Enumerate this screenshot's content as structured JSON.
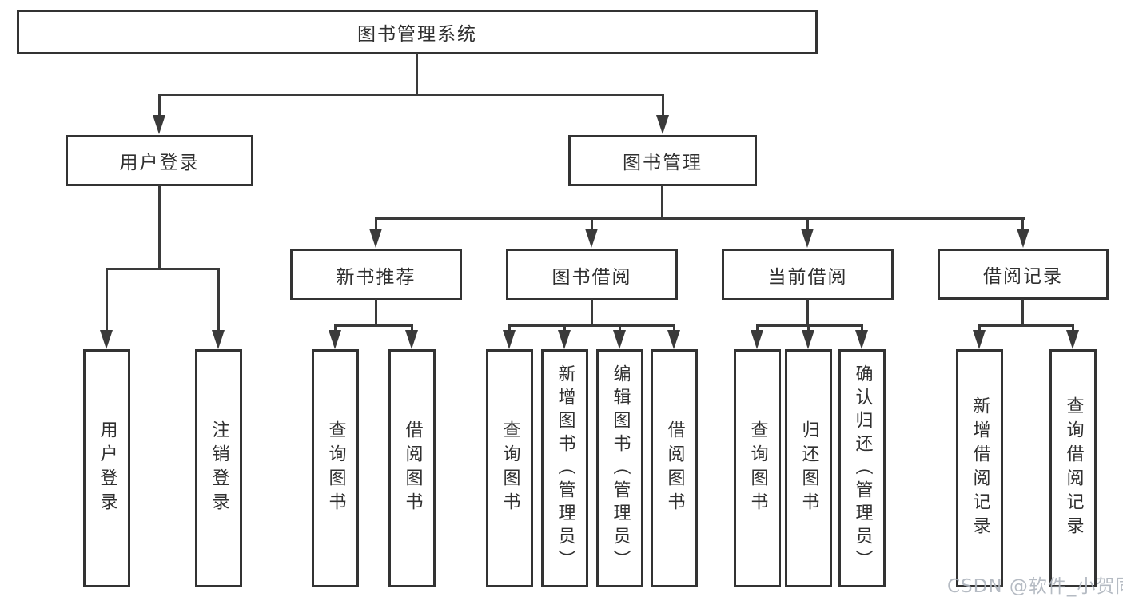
{
  "colors": {
    "line": "#3a3a3a",
    "box_border": "#333333",
    "text": "#303030",
    "background": "#ffffff",
    "watermark": "#aeb4bd"
  },
  "watermark": {
    "text": "CSDN @软件_小贺同学"
  },
  "nodes": {
    "root": {
      "label": "图书管理系统"
    },
    "user_login": {
      "label": "用户登录"
    },
    "book_mgmt": {
      "label": "图书管理"
    },
    "new_book_rec": {
      "label": "新书推荐"
    },
    "book_borrow": {
      "label": "图书借阅"
    },
    "current_borrow": {
      "label": "当前借阅"
    },
    "borrow_records": {
      "label": "借阅记录"
    },
    "leaf_user_login": {
      "label": "用户登录"
    },
    "leaf_logout": {
      "label": "注销登录"
    },
    "leaf_rec_query_book": {
      "label": "查询图书"
    },
    "leaf_rec_borrow_book": {
      "label": "借阅图书"
    },
    "leaf_bor_query_book": {
      "label": "查询图书"
    },
    "leaf_bor_add_book": {
      "label": "新增图书（管理员）"
    },
    "leaf_bor_edit_book": {
      "label": "编辑图书（管理员）"
    },
    "leaf_bor_borrow_book": {
      "label": "借阅图书"
    },
    "leaf_cur_query_book": {
      "label": "查询图书"
    },
    "leaf_cur_return_book": {
      "label": "归还图书"
    },
    "leaf_cur_confirm_return": {
      "label": "确认归还（管理员）"
    },
    "leaf_hist_add_record": {
      "label": "新增借阅记录"
    },
    "leaf_hist_query_record": {
      "label": "查询借阅记录"
    }
  },
  "tree": {
    "root": "图书管理系统",
    "children": [
      {
        "label": "用户登录",
        "children": [
          "用户登录",
          "注销登录"
        ]
      },
      {
        "label": "图书管理",
        "children": [
          {
            "label": "新书推荐",
            "children": [
              "查询图书",
              "借阅图书"
            ]
          },
          {
            "label": "图书借阅",
            "children": [
              "查询图书",
              "新增图书（管理员）",
              "编辑图书（管理员）",
              "借阅图书"
            ]
          },
          {
            "label": "当前借阅",
            "children": [
              "查询图书",
              "归还图书",
              "确认归还（管理员）"
            ]
          },
          {
            "label": "借阅记录",
            "children": [
              "新增借阅记录",
              "查询借阅记录"
            ]
          }
        ]
      }
    ]
  }
}
